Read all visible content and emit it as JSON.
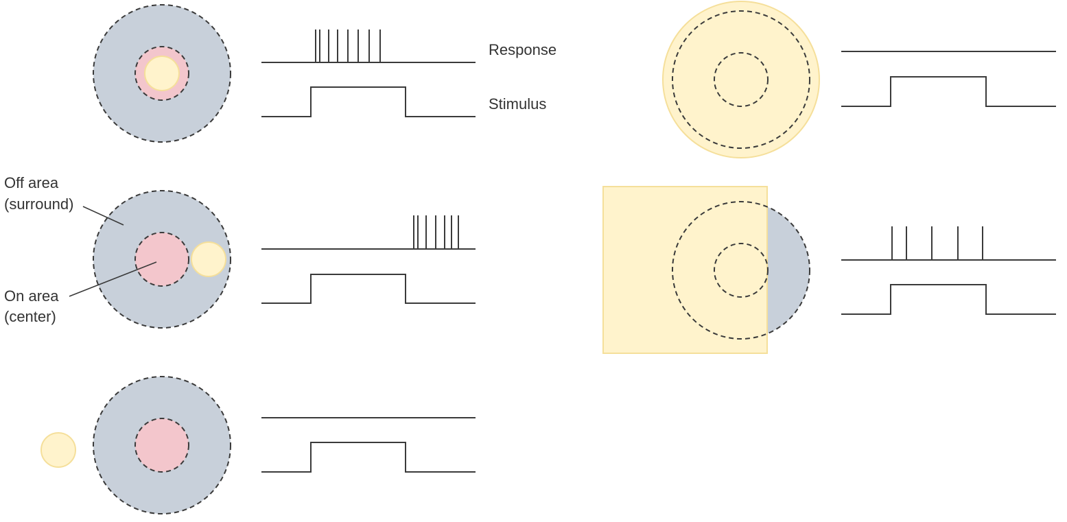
{
  "labels": {
    "response": "Response",
    "stimulus": "Stimulus",
    "off_area_line1": "Off area",
    "off_area_line2": "(surround)",
    "on_area_line1": "On area",
    "on_area_line2": "(center)"
  },
  "colors": {
    "surround_fill": "#c8d0da",
    "center_fill": "#f3c6cc",
    "light_fill": "#fff3cc",
    "light_edge": "#f5df9a",
    "line": "#3a3a3a",
    "text": "#333333"
  },
  "panels": [
    {
      "id": "light-in-center",
      "light_spot": "center",
      "response": "burst during stimulus",
      "spike_count": 8
    },
    {
      "id": "light-in-surround",
      "light_spot": "surround",
      "response": "burst after stimulus off",
      "spike_count": 7
    },
    {
      "id": "light-outside-field",
      "light_spot": "outside",
      "response": "no response",
      "spike_count": 0
    },
    {
      "id": "diffuse-light-whole-field",
      "light_spot": "entire field",
      "response": "no response",
      "spike_count": 0
    },
    {
      "id": "light-covering-center-and-most-surround",
      "light_spot": "center and most of surround",
      "response": "weak sustained firing",
      "spike_count": 5
    }
  ]
}
